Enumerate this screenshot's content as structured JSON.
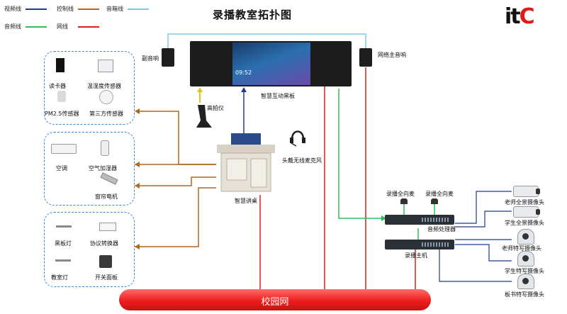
{
  "title": "录播教室拓扑图",
  "logo": {
    "text_main": "it",
    "text_accent": "C"
  },
  "legend": {
    "items": [
      {
        "label": "视频线",
        "color": "#1f3a8f"
      },
      {
        "label": "控制线",
        "color": "#b4671a"
      },
      {
        "label": "音箱线",
        "color": "#7ec8e6"
      },
      {
        "label": "音频线",
        "color": "#2fbf5a"
      },
      {
        "label": "网线",
        "color": "#e11d1d"
      }
    ]
  },
  "devices": {
    "sub_speaker": "副音响",
    "main_speaker": "网络主音响",
    "smart_board": "智慧互动黑板",
    "board_time": "09:52",
    "visualizer": "高拍仪",
    "podium": "智慧讲桌",
    "headset_mic": "头戴无线麦克风",
    "omni_mic_1": "录播全向麦",
    "omni_mic_2": "录播全向麦",
    "audio_processor": "音频处理器",
    "recording_host": "录播主机",
    "campus_network": "校园网"
  },
  "groups": {
    "sensors": [
      "读卡器",
      "温湿度传感器",
      "PM2.5传感器",
      "第三方传感器"
    ],
    "climate": [
      "空调",
      "空气加湿器",
      "窗帘电机"
    ],
    "lighting": [
      "黑板灯",
      "协议转换器",
      "教室灯",
      "开关面板"
    ]
  },
  "cameras": [
    "老师全景摄像头",
    "学生全景摄像头",
    "老师特写摄像头",
    "学生特写摄像头",
    "板书特写摄像头"
  ]
}
